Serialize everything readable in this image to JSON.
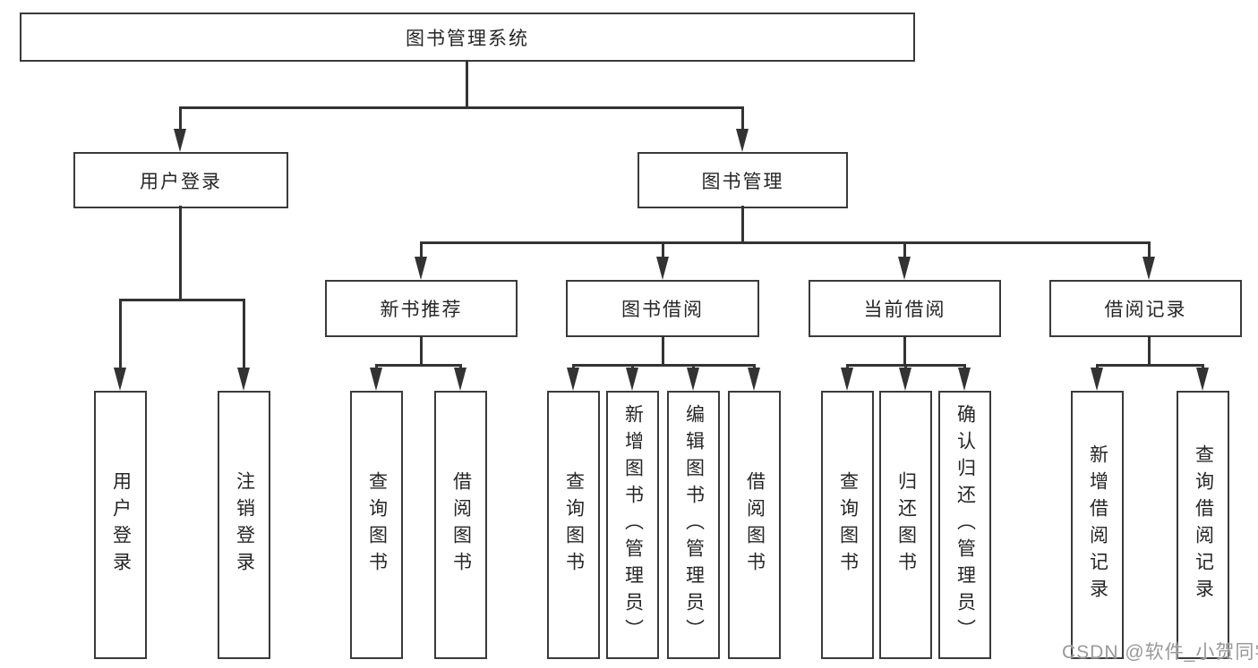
{
  "diagram": {
    "root": {
      "label": "图书管理系统"
    },
    "login": {
      "label": "用户登录",
      "children": [
        {
          "label": "用户登录"
        },
        {
          "label": "注销登录"
        }
      ]
    },
    "management": {
      "label": "图书管理",
      "sections": [
        {
          "label": "新书推荐",
          "children": [
            {
              "label": "查询图书"
            },
            {
              "label": "借阅图书"
            }
          ]
        },
        {
          "label": "图书借阅",
          "children": [
            {
              "label": "查询图书"
            },
            {
              "label": "新增图书（管理员）"
            },
            {
              "label": "编辑图书（管理员）"
            },
            {
              "label": "借阅图书"
            }
          ]
        },
        {
          "label": "当前借阅",
          "children": [
            {
              "label": "查询图书"
            },
            {
              "label": "归还图书"
            },
            {
              "label": "确认归还（管理员）"
            }
          ]
        },
        {
          "label": "借阅记录",
          "children": [
            {
              "label": "新增借阅记录"
            },
            {
              "label": "查询借阅记录"
            }
          ]
        }
      ]
    }
  },
  "watermark": {
    "text": "CSDN @软件_小贺同学"
  },
  "colors": {
    "line": "#333333",
    "box_border": "#3a3a3a",
    "text": "#262626",
    "watermark": "#949494",
    "background": "#ffffff"
  }
}
